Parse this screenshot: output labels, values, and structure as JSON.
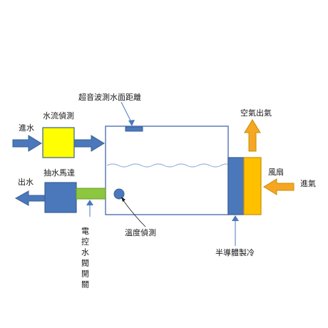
{
  "labels": {
    "water_in": "進水",
    "flow_sensor": "水流偵測",
    "ultrasonic": "超音波測水面距離",
    "air_out": "空氣出氣",
    "fan": "風扇",
    "air_in": "進氣",
    "pump": "抽水馬達",
    "water_out": "出水",
    "temp_sensor": "溫度偵測",
    "valve": "電控水閥開關",
    "peltier": "半導體製冷"
  },
  "colors": {
    "blue_fill": "#4a78bb",
    "blue_stroke": "#3a5f96",
    "yellow_sensor": "#ffff00",
    "orange": "#f5a623",
    "green": "#8dc63f",
    "tank_stroke": "#5b7db8",
    "wave": "#9db6dd"
  }
}
